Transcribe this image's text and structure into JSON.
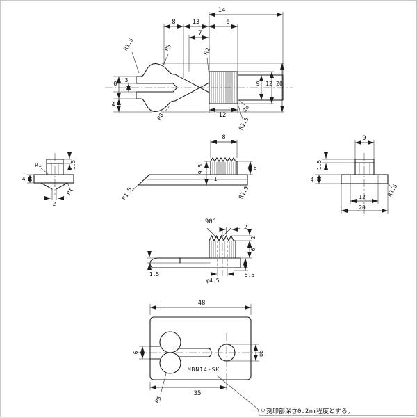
{
  "drawing": {
    "note": "※刻印部深さ0.2mm程度とする。",
    "front": {
      "w14": "14",
      "w8": "8",
      "w13": "13",
      "w6": "6",
      "w7": "7",
      "h8": "8",
      "h3": "3",
      "h4": "4",
      "h9": "9",
      "h12": "12",
      "h20": "20",
      "b12": "12",
      "r15a": "R1.5",
      "r5": "R5",
      "r2": "R2",
      "r8": "R8",
      "r6": "R6",
      "r15b": "R1.5"
    },
    "left_side": {
      "t4": "4",
      "w2": "2",
      "t15": "1.5",
      "r1a": "R1",
      "r1b": "R1"
    },
    "profile": {
      "w8": "8",
      "h95": "9.5",
      "h6": "6",
      "t1": "1",
      "r15l": "R1.5",
      "r15r": "R1.5"
    },
    "right_side": {
      "w9": "9",
      "t15": "1.5",
      "t4": "4",
      "w12": "12",
      "w20": "20",
      "r15": "R1.5"
    },
    "detail": {
      "a90": "90°",
      "p2": "2",
      "h2": "2",
      "h6": "6",
      "h55": "5.5",
      "t15": "1.5",
      "d45": "φ4.5"
    },
    "plan": {
      "w48": "48",
      "s6": "6",
      "d8": "φ8",
      "w35": "35",
      "r5": "R5",
      "marking": "MBN14-SK"
    }
  }
}
